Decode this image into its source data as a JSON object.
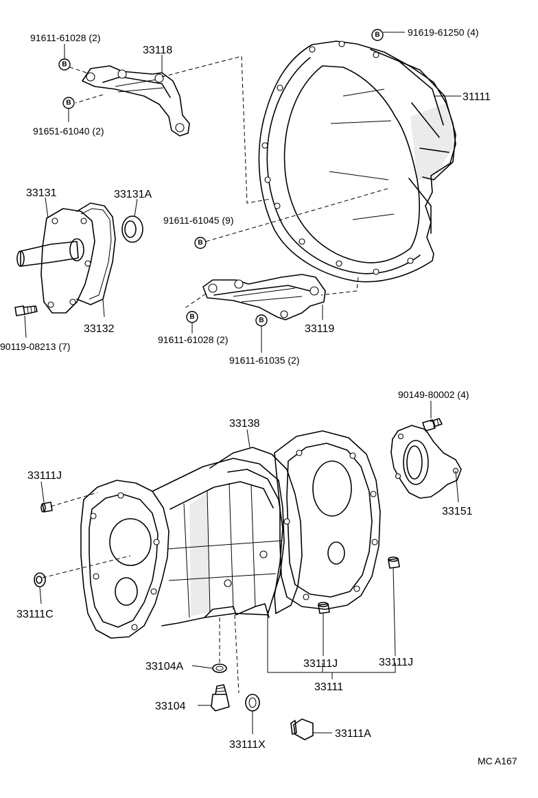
{
  "diagram": {
    "labels": {
      "p91611_61028_top": "91611-61028 (2)",
      "p33118": "33118",
      "p91651_61040": "91651-61040 (2)",
      "p91619_61250": "91619-61250 (4)",
      "p31111": "31111",
      "p33131": "33131",
      "p33131A": "33131A",
      "p91611_61045": "91611-61045 (9)",
      "p33132": "33132",
      "p90119_08213": "90119-08213 (7)",
      "p33119": "33119",
      "p91611_61028_bot": "91611-61028 (2)",
      "p91611_61035": "91611-61035 (2)",
      "p90149_80002": "90149-80002 (4)",
      "p33138": "33138",
      "p33111J_left": "33111J",
      "p33151": "33151",
      "p33111C": "33111C",
      "p33104A": "33104A",
      "p33111J_mid": "33111J",
      "p33111J_right": "33111J",
      "p33111": "33111",
      "p33104": "33104",
      "p33111X": "33111X",
      "p33111A": "33111A"
    },
    "bolt_marker": "B",
    "footer_code": "MC  A167"
  }
}
